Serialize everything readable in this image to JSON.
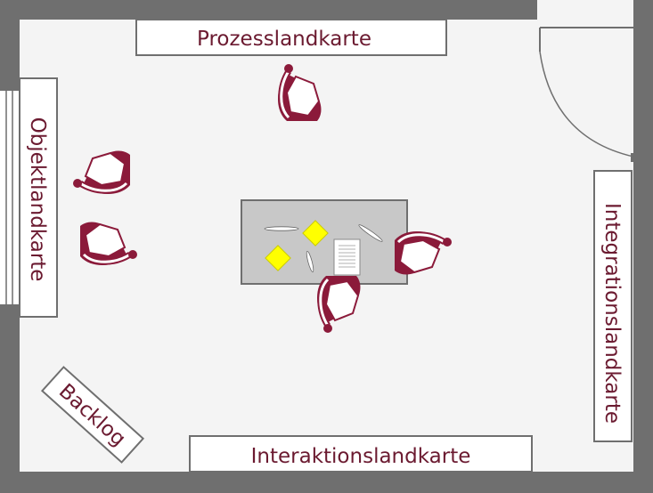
{
  "room": {
    "colors": {
      "wall": "#6f6f6f",
      "floor": "#f4f4f4",
      "furniture": "#8b1a3a",
      "table": "#c8c8c8",
      "sticky_note": "#ffff00",
      "label_text": "#6b1a30"
    }
  },
  "boards": {
    "top": "Prozesslandkarte",
    "left": "Objektlandkarte",
    "right": "Integrationslandkarte",
    "bottom": "Interaktionslandkarte",
    "backlog": "Backlog"
  },
  "table": {
    "sticky_notes": 2,
    "pens": 3,
    "documents": 1
  },
  "chairs": 5,
  "door": "door-swing-icon"
}
